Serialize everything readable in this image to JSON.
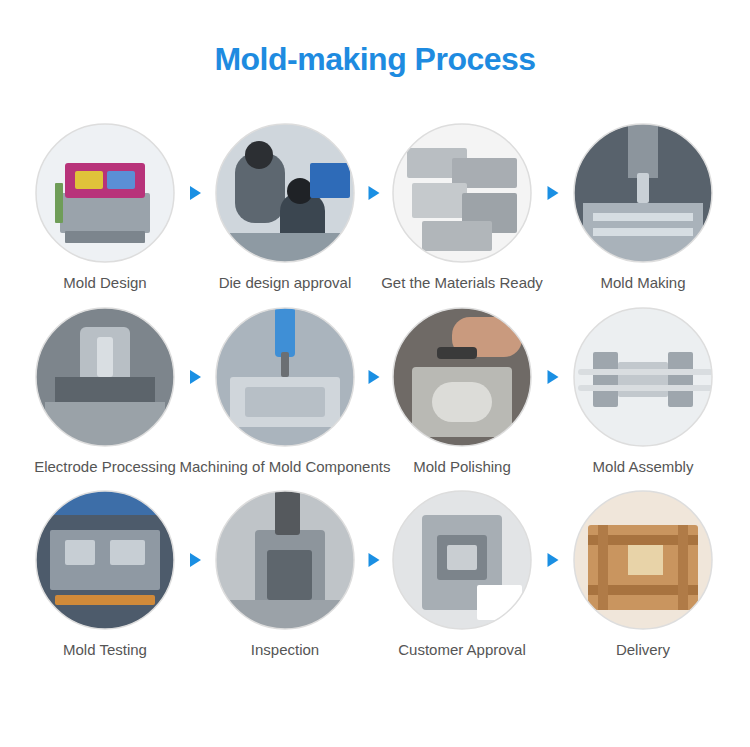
{
  "diagram": {
    "title": "Mold-making Process",
    "nodes": [
      {
        "text": [
          "Mold Design"
        ]
      },
      {
        "text": [
          "Die design approval"
        ]
      },
      {
        "text": [
          "Get the Materials Ready"
        ]
      },
      {
        "text": [
          "Mold Making"
        ]
      },
      {
        "text": [
          "Electrode Processing"
        ]
      },
      {
        "text": [
          "Machining of Mold Components"
        ]
      },
      {
        "text": [
          "Mold Polishing"
        ]
      },
      {
        "text": [
          "Mold Assembly"
        ]
      },
      {
        "text": [
          "Mold Testing"
        ]
      },
      {
        "text": [
          "Inspection"
        ]
      },
      {
        "text": [
          "Customer Approval"
        ]
      },
      {
        "text": [
          "Delivery"
        ]
      }
    ],
    "edges": [
      {
        "from": 0,
        "to": 1,
        "arrow": "to"
      },
      {
        "from": 1,
        "to": 2,
        "arrow": "to"
      },
      {
        "from": 2,
        "to": 3,
        "arrow": "to"
      },
      {
        "from": 4,
        "to": 5,
        "arrow": "to"
      },
      {
        "from": 5,
        "to": 6,
        "arrow": "to"
      },
      {
        "from": 6,
        "to": 7,
        "arrow": "to"
      },
      {
        "from": 8,
        "to": 9,
        "arrow": "to"
      },
      {
        "from": 9,
        "to": 10,
        "arrow": "to"
      },
      {
        "from": 10,
        "to": 11,
        "arrow": "to"
      }
    ]
  }
}
